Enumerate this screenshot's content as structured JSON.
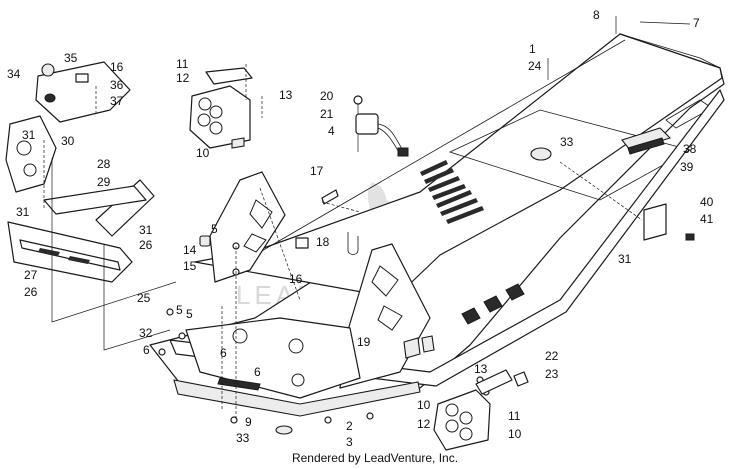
{
  "callouts": {
    "c1": "1",
    "c2": "2",
    "c3": "3",
    "c4": "4",
    "c5a": "5",
    "c5b": "5",
    "c5c": "5",
    "c6a": "6",
    "c6b": "6",
    "c6c": "6",
    "c7": "7",
    "c8": "8",
    "c9": "9",
    "c10a": "10",
    "c10b": "10",
    "c10c": "10",
    "c11a": "11",
    "c11b": "11",
    "c12a": "12",
    "c12b": "12",
    "c13a": "13",
    "c13b": "13",
    "c14": "14",
    "c15": "15",
    "c16a": "16",
    "c16b": "16",
    "c17": "17",
    "c18": "18",
    "c19": "19",
    "c20": "20",
    "c21": "21",
    "c22": "22",
    "c23": "23",
    "c24": "24",
    "c25": "25",
    "c26a": "26",
    "c26b": "26",
    "c27": "27",
    "c28": "28",
    "c29": "29",
    "c30": "30",
    "c31a": "31",
    "c31b": "31",
    "c31c": "31",
    "c31d": "31",
    "c32": "32",
    "c33a": "33",
    "c33b": "33",
    "c34": "34",
    "c35": "35",
    "c36": "36",
    "c37": "37",
    "c38": "38",
    "c39": "39",
    "c40": "40",
    "c41": "41"
  },
  "watermark": "LEADVENTURE",
  "footer": "Rendered by LeadVenture, Inc."
}
